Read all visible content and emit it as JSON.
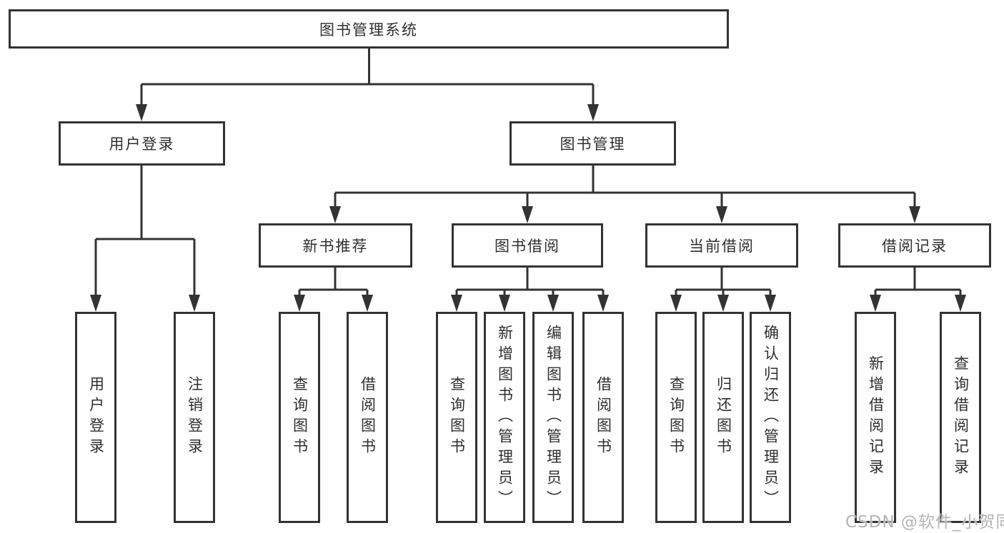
{
  "diagram": {
    "root": {
      "label": "图书管理系统",
      "children": [
        {
          "label": "用户登录",
          "children": [
            {
              "label": "用户登录"
            },
            {
              "label": "注销登录"
            }
          ]
        },
        {
          "label": "图书管理",
          "children": [
            {
              "label": "新书推荐",
              "children": [
                {
                  "label": "查询图书"
                },
                {
                  "label": "借阅图书"
                }
              ]
            },
            {
              "label": "图书借阅",
              "children": [
                {
                  "label": "查询图书"
                },
                {
                  "label": "新增图书（管理员）"
                },
                {
                  "label": "编辑图书（管理员）"
                },
                {
                  "label": "借阅图书"
                }
              ]
            },
            {
              "label": "当前借阅",
              "children": [
                {
                  "label": "查询图书"
                },
                {
                  "label": "归还图书"
                },
                {
                  "label": "确认归还（管理员）"
                }
              ]
            },
            {
              "label": "借阅记录",
              "children": [
                {
                  "label": "新增借阅记录"
                },
                {
                  "label": "查询借阅记录"
                }
              ]
            }
          ]
        }
      ]
    }
  },
  "watermark": {
    "text": "CSDN @软件_小贺同学"
  },
  "colors": {
    "line": "#333333",
    "box_border": "#333333",
    "text": "#2f2f2f",
    "watermark": "#b5b5b5",
    "background": "#ffffff"
  }
}
